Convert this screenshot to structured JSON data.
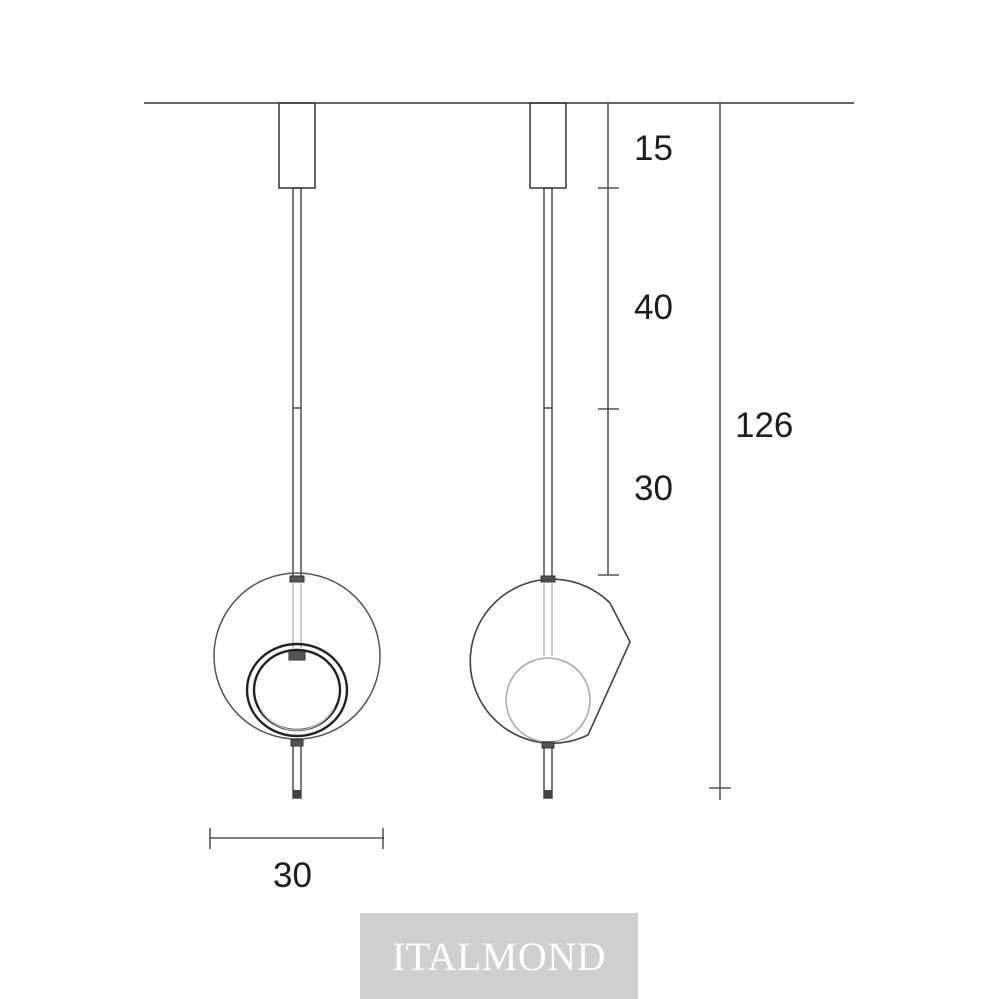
{
  "dimensions": {
    "canopy_height": "15",
    "upper_rod_length": "40",
    "lower_rod_length": "30",
    "total_height": "126",
    "shade_width": "30"
  },
  "watermark": {
    "text": "ITALMOND"
  }
}
